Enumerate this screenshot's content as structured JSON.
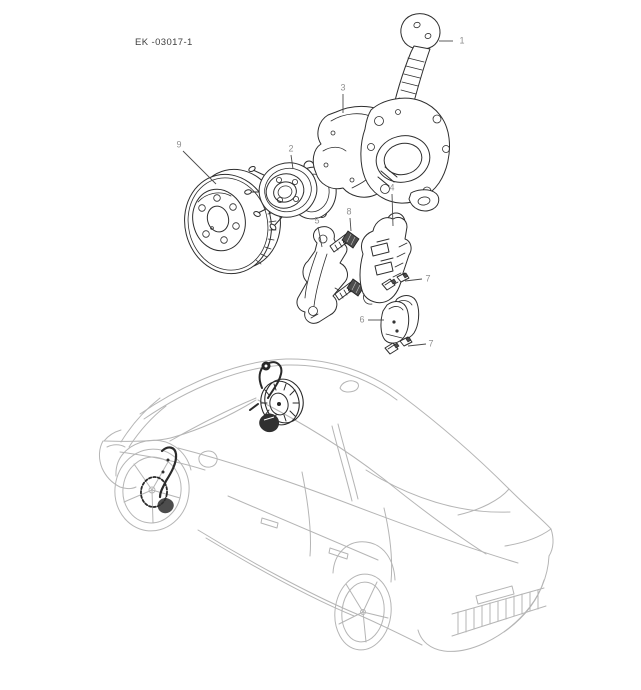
{
  "diagram": {
    "code": "EK -03017-1",
    "ink_color": "#2e2e2e",
    "callout_label_color": "#8f8f8f",
    "car_line_color": "#b5b5b5",
    "background_color": "#ffffff",
    "callouts": [
      {
        "label": "1",
        "part": "steering-knuckle"
      },
      {
        "label": "2",
        "part": "wheel-hub-bearing-assembly"
      },
      {
        "label": "3",
        "part": "brake-dust-shield"
      },
      {
        "label": "4",
        "part": "brake-caliper"
      },
      {
        "label": "5",
        "part": "brake-caliper-bracket"
      },
      {
        "label": "6",
        "part": "brake-pad-set"
      },
      {
        "label": "7",
        "part": "pad-retaining-clips-upper"
      },
      {
        "label": "7",
        "part": "pad-retaining-clips-lower"
      },
      {
        "label": "8",
        "part": "caliper-guide-bolts"
      },
      {
        "label": "9",
        "part": "brake-disc-rotor"
      }
    ]
  }
}
